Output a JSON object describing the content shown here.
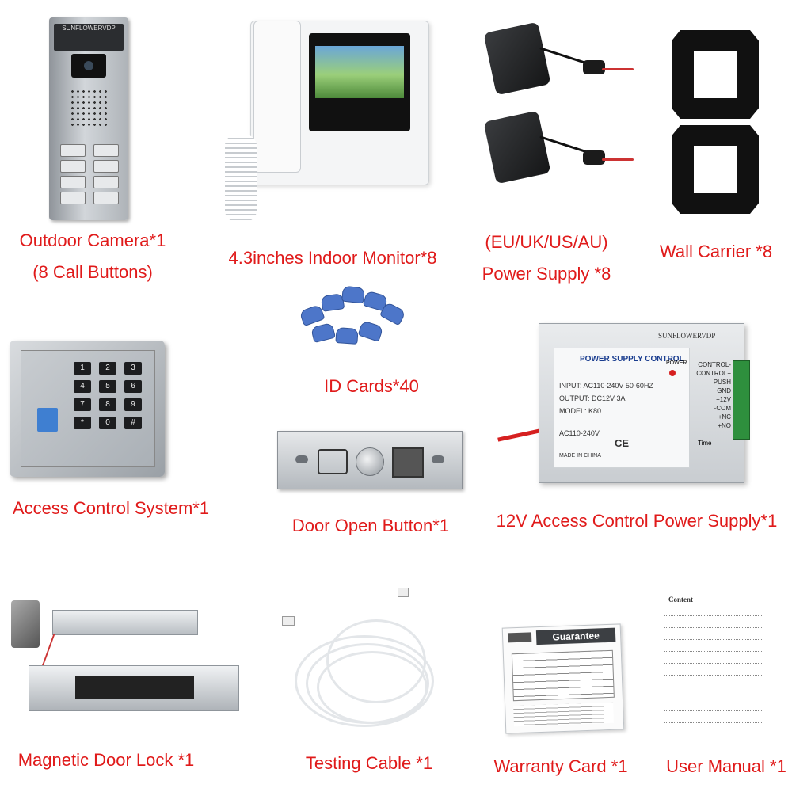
{
  "items": {
    "outdoor_camera": {
      "brand": "SUNFLOWERVDP",
      "caption_line1": "Outdoor Camera*1",
      "caption_line2": "(8 Call Buttons)"
    },
    "indoor_monitor": {
      "caption": "4.3inches Indoor Monitor*8"
    },
    "power_supply": {
      "caption_line1": "(EU/UK/US/AU)",
      "caption_line2": "Power Supply *8"
    },
    "wall_carrier": {
      "caption": "Wall Carrier *8"
    },
    "id_cards": {
      "caption": "ID Cards*40"
    },
    "access_control": {
      "caption": "Access Control System*1",
      "keys": [
        "1",
        "2",
        "3",
        "4",
        "5",
        "6",
        "7",
        "8",
        "9",
        "*",
        "0",
        "#"
      ]
    },
    "door_open_button": {
      "caption": "Door Open Button*1"
    },
    "psu_12v": {
      "caption": "12V Access Control Power Supply*1",
      "brand": "SUNFLOWERVDP",
      "title": "POWER SUPPLY CONTROL",
      "power_label": "POWER",
      "input": "INPUT: AC110-240V  50-60HZ",
      "output": "OUTPUT: DC12V  3A",
      "model": "MODEL: K80",
      "ac": "AC110-240V",
      "made": "MADE IN CHINA",
      "time": "Time",
      "terminals": [
        "CONTROL-",
        "CONTROL+",
        "PUSH",
        "GND",
        "+12V",
        "-COM",
        "+NC",
        "+NO"
      ]
    },
    "magnetic_lock": {
      "caption": "Magnetic Door Lock *1"
    },
    "testing_cable": {
      "caption": "Testing Cable *1"
    },
    "warranty_card": {
      "caption": "Warranty Card *1",
      "header": "Guarantee"
    },
    "user_manual": {
      "caption": "User Manual *1",
      "header": "Content"
    }
  },
  "colors": {
    "caption": "#e01a1a",
    "background": "#ffffff"
  }
}
